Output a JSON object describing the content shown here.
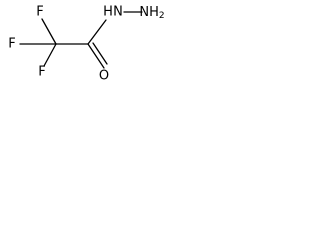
{
  "molecule": {
    "atoms": {
      "f_top": "F",
      "f_left": "F",
      "f_bottom": "F",
      "nh": "N",
      "h_on_n": "H",
      "nh2": "NH",
      "nh2_subscript": "2",
      "o": "O"
    },
    "bond_color": "#000000"
  }
}
